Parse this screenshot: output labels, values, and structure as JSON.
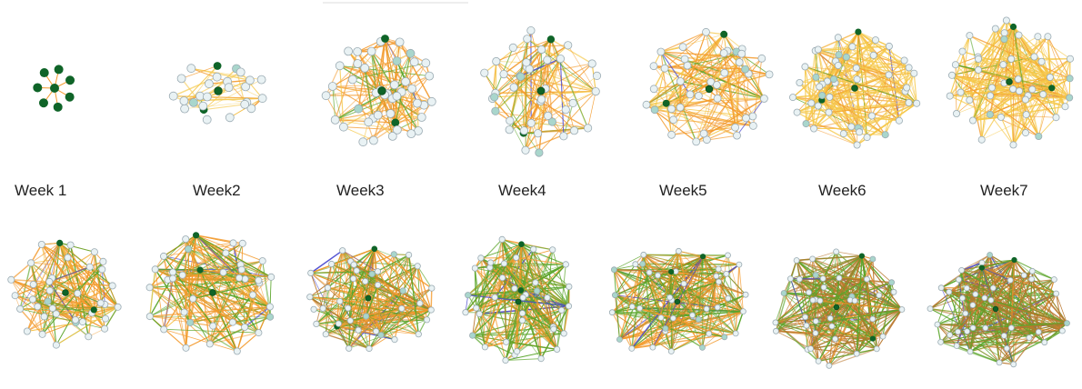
{
  "week_labels": [
    "Week 1",
    "Week2",
    "Week3",
    "Week4",
    "Week5",
    "Week6",
    "Week7"
  ],
  "colors": {
    "edge_orange": "#f39a2c",
    "edge_yellow": "#f5c84a",
    "edge_green": "#5aa52a",
    "edge_blue": "#4a4ad0",
    "edge_brown": "#b9772d",
    "node_fill": "#e9f2f4",
    "node_stroke": "#9aaab2",
    "node_dark": "#0f6428",
    "node_teal": "#a9d6cc"
  }
}
